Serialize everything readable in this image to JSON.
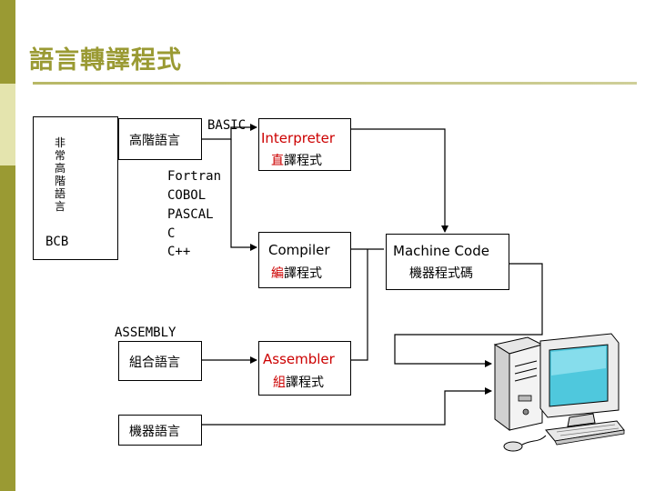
{
  "slide": {
    "title": "語言轉譯程式"
  },
  "colors": {
    "sidebar": "#9a9a33",
    "sidebar_light": "#e4e4ae",
    "title": "#9a9a33",
    "highlight": "#cc0000"
  },
  "left_box": {
    "label": "非常高階語言",
    "example": "BCB"
  },
  "high_level": {
    "label": "高階語言",
    "basic": "BASIC",
    "languages": [
      "Fortran",
      "COBOL",
      "PASCAL",
      "C",
      "C++"
    ]
  },
  "assembly": {
    "heading": "ASSEMBLY",
    "label": "組合語言"
  },
  "machine_lang": {
    "label": "機器語言"
  },
  "interpreter": {
    "name": "Interpreter",
    "first_char": "直",
    "rest": "譯程式"
  },
  "compiler": {
    "name": "Compiler",
    "first_char": "編",
    "rest": "譯程式"
  },
  "assembler": {
    "name": "Assembler",
    "first_char": "組",
    "rest": "譯程式"
  },
  "machine_code": {
    "name": "Machine Code",
    "sub": "機器程式碼"
  },
  "computer": {
    "icon": "computer-icon"
  }
}
